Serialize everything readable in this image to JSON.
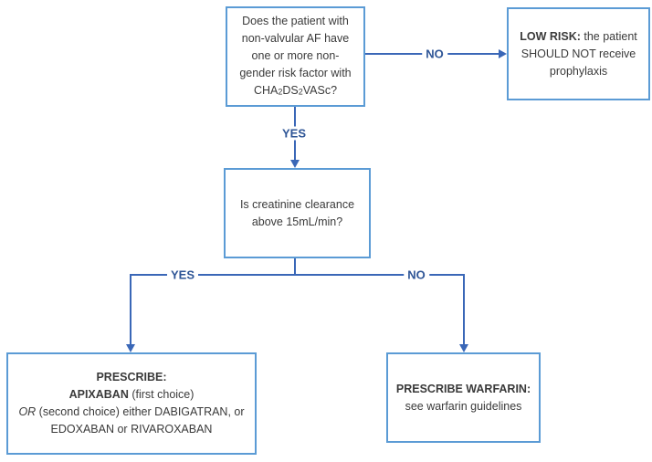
{
  "flowchart": {
    "nodes": {
      "q1": {
        "lines": [
          "Does the patient with",
          "non-valvular AF have",
          "one or more non-",
          "gender risk factor with"
        ],
        "score": {
          "p1": "CHA",
          "s1": "2",
          "p2": "DS",
          "s2": "2",
          "p3": "VASc?"
        }
      },
      "low_risk": {
        "bold": "LOW RISK:",
        "rest": " the patient SHOULD NOT receive prophylaxis"
      },
      "q2": {
        "lines": [
          "Is creatinine clearance",
          "above 15mL/min?"
        ]
      },
      "doac": {
        "line1": "PRESCRIBE:",
        "line2_bold": "APIXABAN",
        "line2_rest": " (first choice)",
        "line3_italic": "OR",
        "line3_rest": " (second choice) either DABIGATRAN, or",
        "line4": "EDOXABAN or RIVAROXABAN"
      },
      "warfarin": {
        "line1": "PRESCRIBE WARFARIN:",
        "line2": "see warfarin guidelines"
      }
    },
    "labels": {
      "no_top": "NO",
      "yes_top": "YES",
      "yes_bottom": "YES",
      "no_bottom": "NO"
    },
    "colors": {
      "box_border": "#5b9bd5",
      "connector": "#3a67b7",
      "label_text": "#2e5596",
      "text": "#3a3a3a",
      "background": "#ffffff"
    }
  }
}
